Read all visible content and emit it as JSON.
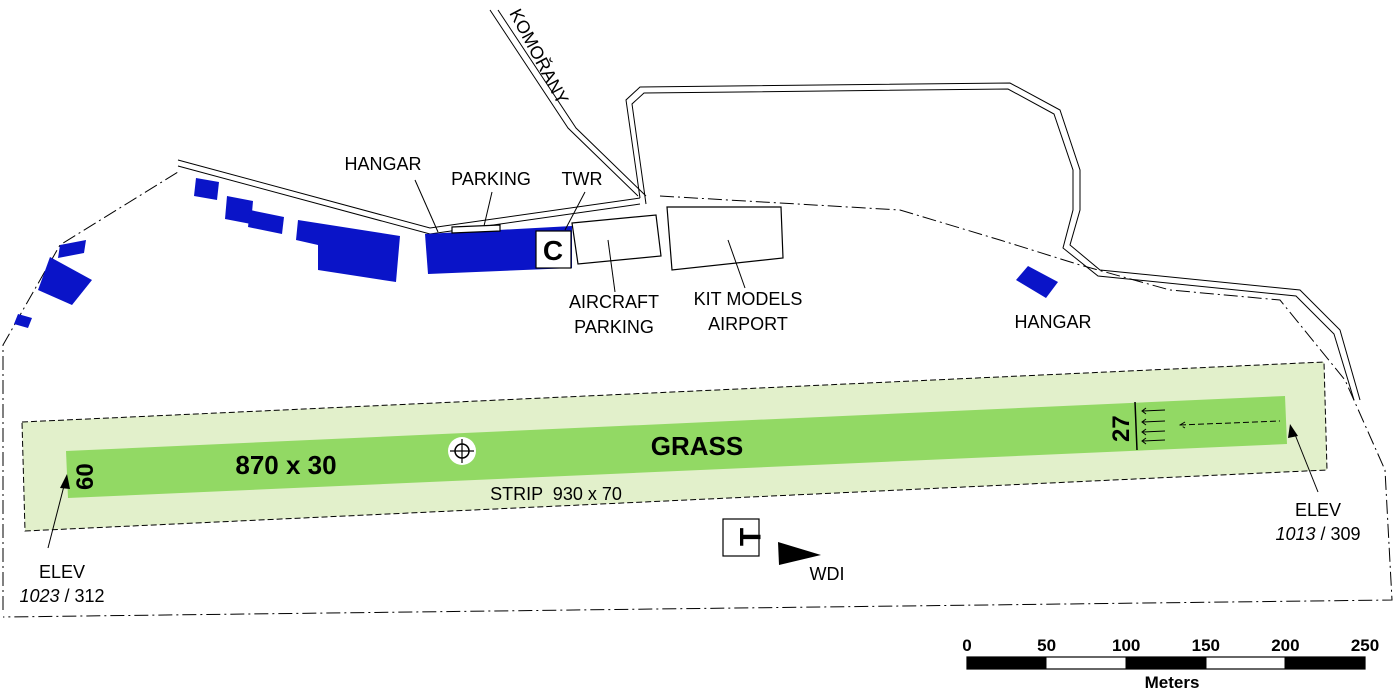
{
  "labels": {
    "road": "KOMOŘANY",
    "hangar_left": "HANGAR",
    "parking": "PARKING",
    "twr": "TWR",
    "control_letter": "C",
    "aircraft_parking_1": "AIRCRAFT",
    "aircraft_parking_2": "PARKING",
    "kit_models_1": "KIT MODELS",
    "kit_models_2": "AIRPORT",
    "hangar_right": "HANGAR"
  },
  "runway": {
    "dimensions": "870 x 30",
    "surface": "GRASS",
    "designator_west": "60",
    "designator_east": "27",
    "strip": "STRIP  930 x 70"
  },
  "elevations": {
    "west_label": "ELEV",
    "west_ft": "1023",
    "west_sep": " / ",
    "west_m": "312",
    "east_label": "ELEV",
    "east_ft": "1013",
    "east_sep": " / ",
    "east_m": "309"
  },
  "landing_t": "T",
  "wdi": "WDI",
  "scale": {
    "ticks": [
      "0",
      "50",
      "100",
      "150",
      "200",
      "250"
    ],
    "unit": "Meters"
  },
  "colors": {
    "buildings": "#0a14c8",
    "strip": "#e2f0cb",
    "runway": "#92d964"
  }
}
